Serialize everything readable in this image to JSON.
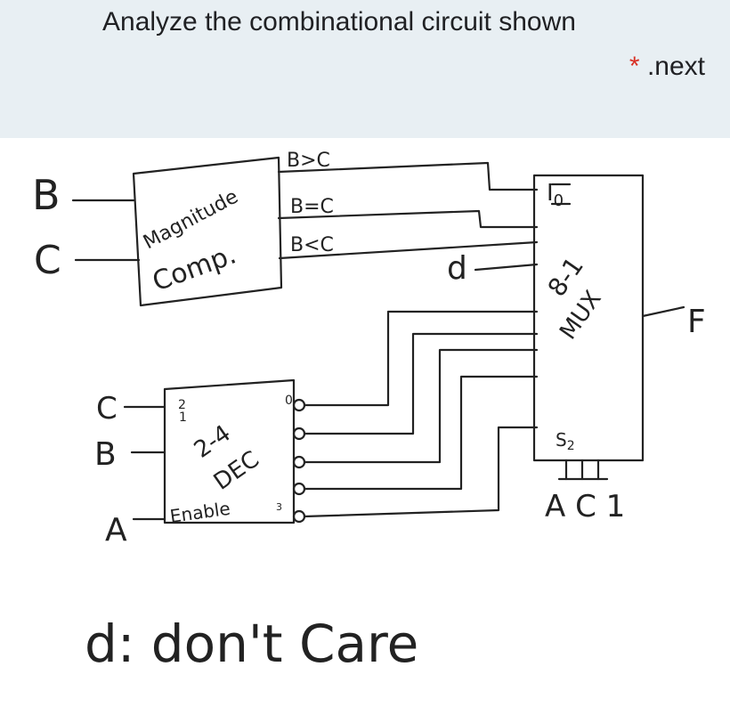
{
  "header": {
    "question": "Analyze the combinational circuit shown",
    "required_star": "*",
    "required_text": ".next"
  },
  "diagram": {
    "comp": {
      "in_b": "B",
      "in_c": "C",
      "label_1": "Magnitude",
      "label_2": "Comp.",
      "out_gt": "B>C",
      "out_eq": "B=C",
      "out_lt": "B<C"
    },
    "dec": {
      "in_c": "C",
      "in_b": "B",
      "in_a": "A",
      "sel_0": "2",
      "sel_1": "1",
      "label_1": "2-4",
      "label_2": "DEC",
      "enable": "Enable",
      "out_3": "3",
      "out_0": "0"
    },
    "mux": {
      "i0": "I",
      "i0_sub": "0",
      "label_1": "8-1",
      "label_2": "MUX",
      "s2": "S",
      "s2_sub": "2",
      "sel_labels": "A C 1",
      "output": "F",
      "d_input": "d"
    },
    "note": "d: don't Care"
  }
}
